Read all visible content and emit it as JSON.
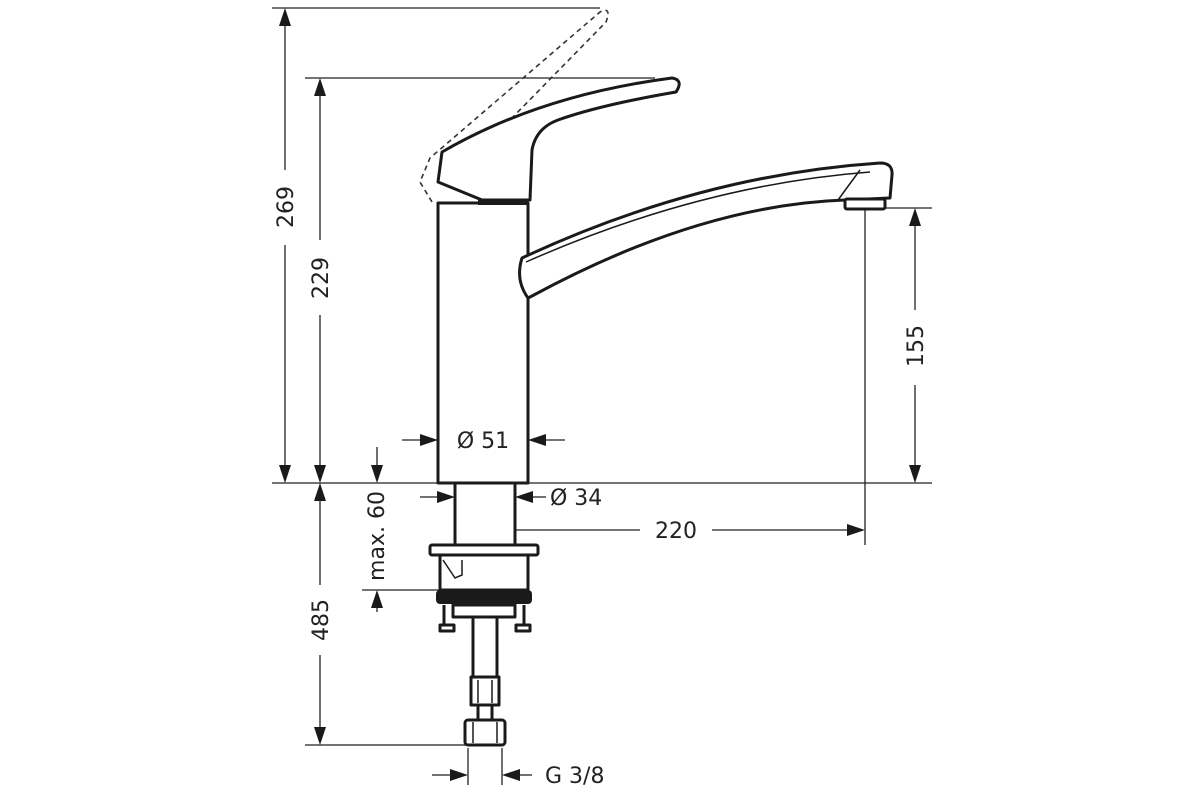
{
  "drawing": {
    "dimensions": {
      "height_raised": "269",
      "height_total": "229",
      "spout_height": "155",
      "body_diameter": "Ø 51",
      "shank_diameter": "Ø 34",
      "reach": "220",
      "max_counter_thickness": "max. 60",
      "hose_length": "485",
      "connection_thread": "G 3/8"
    }
  }
}
